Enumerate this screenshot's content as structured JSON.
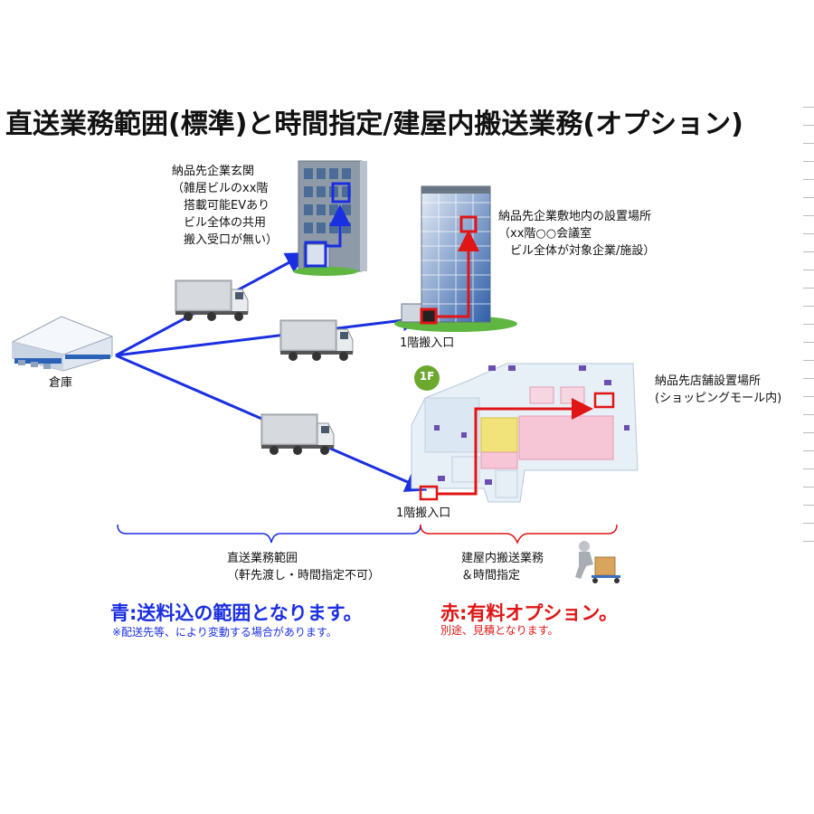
{
  "title": "直送業務範囲(標準)と時間指定/建屋内搬送業務(オプション)",
  "labels": {
    "warehouse": "倉庫",
    "entrance_destination": "納品先企業玄関\n（雑居ビルのxx階\n　搭載可能EVあり\n　ビル全体の共用\n　搬入受口が無い）",
    "office_destination": "納品先企業敷地内の設置場所\n（xx階○○会議室\n　ビル全体が対象企業/施設）",
    "mall_destination": "納品先店舗設置場所\n(ショッピングモール内)",
    "floor_badge": "1F",
    "ground_entry_1": "1階搬入口",
    "ground_entry_2": "1階搬入口",
    "direct_scope": "直送業務範囲\n（軒先渡し・時間指定不可）",
    "indoor_scope": "建屋内搬送業務\n＆時間指定"
  },
  "notes": {
    "blue_heading": "青:送料込の範囲となります。",
    "blue_detail": "※配送先等、により変動する場合があります。",
    "red_heading": "赤:有料オプション。",
    "red_detail": "別途、見積となります。"
  },
  "colors": {
    "blue_route": "#1a2fe0",
    "red_route": "#e01515",
    "mall_pink": "#f6c6d6",
    "mall_yellow": "#f2e27a",
    "grass": "#5fb640"
  },
  "icons": [
    "warehouse-icon",
    "truck-icon",
    "office-building-icon",
    "tower-building-icon",
    "mall-floor-map-icon",
    "delivery-worker-icon"
  ]
}
